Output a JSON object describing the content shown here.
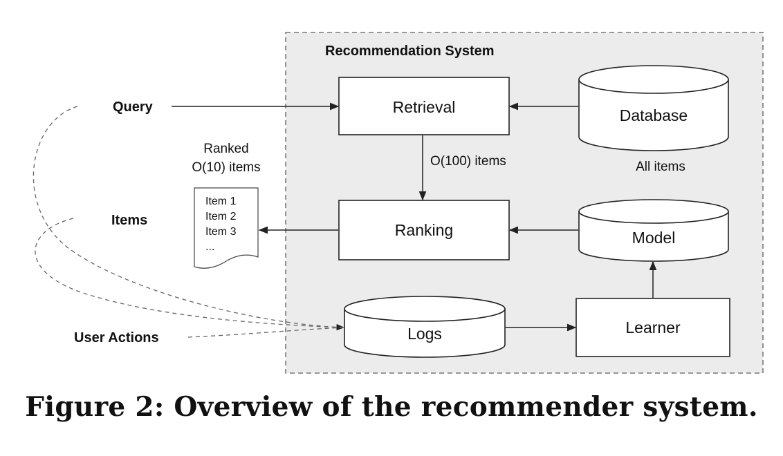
{
  "system": {
    "title": "Recommendation System"
  },
  "inputs": {
    "query": "Query",
    "items": "Items",
    "user_actions": "User Actions"
  },
  "ranked": {
    "line1": "Ranked",
    "line2": "O(10) items",
    "list": [
      "Item 1",
      "Item 2",
      "Item 3",
      "..."
    ]
  },
  "nodes": {
    "retrieval": "Retrieval",
    "ranking": "Ranking",
    "database": "Database",
    "database_caption": "All items",
    "model": "Model",
    "logs": "Logs",
    "learner": "Learner"
  },
  "edges": {
    "retrieval_to_ranking": "O(100) items"
  },
  "caption": "Figure 2: Overview of the recommender system.",
  "colors": {
    "system_bg": "#ececec",
    "stroke": "#222222",
    "dashed": "#666666"
  }
}
